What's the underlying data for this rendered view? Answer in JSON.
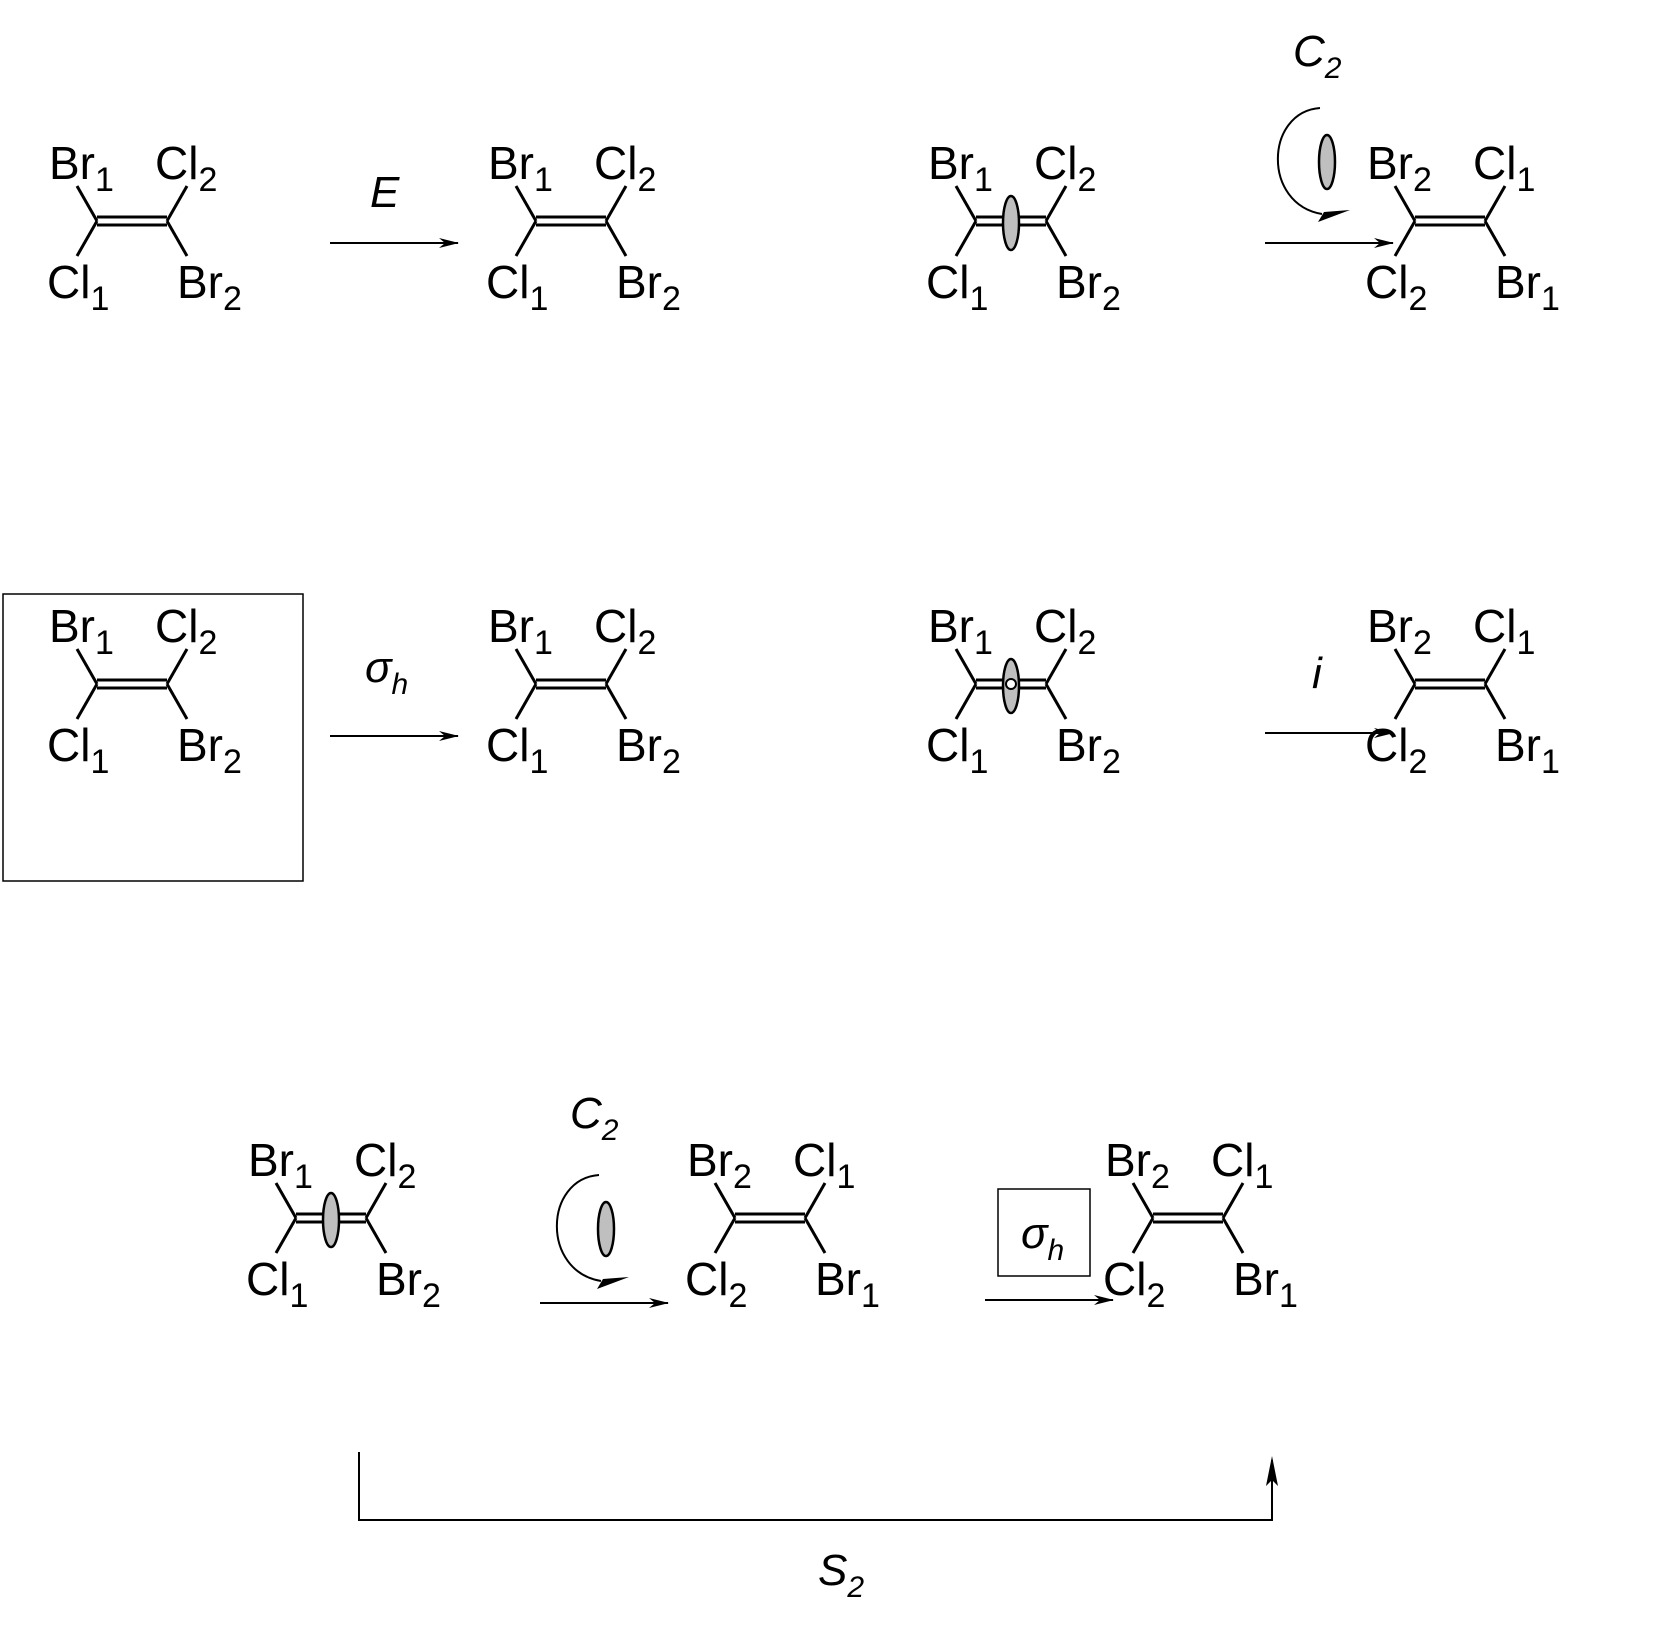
{
  "colors": {
    "ink": "#000000",
    "axis_fill": "#bfbfbf"
  },
  "operations": {
    "identity": {
      "symbol": "E",
      "sub": ""
    },
    "rotation_c2": {
      "symbol": "C",
      "sub": "2"
    },
    "reflection": {
      "symbol": "σ",
      "sub": "h"
    },
    "inversion": {
      "symbol": "i",
      "sub": ""
    },
    "rotation_c2_second": {
      "symbol": "C",
      "sub": "2"
    },
    "reflection_second": {
      "symbol": "σ",
      "sub": "h"
    },
    "improper_rotation": {
      "symbol": "S",
      "sub": "2"
    }
  },
  "molecules": {
    "identity_before": {
      "tl": [
        "Br",
        "1"
      ],
      "tr": [
        "Cl",
        "2"
      ],
      "bl": [
        "Cl",
        "1"
      ],
      "br": [
        "Br",
        "2"
      ]
    },
    "identity_after": {
      "tl": [
        "Br",
        "1"
      ],
      "tr": [
        "Cl",
        "2"
      ],
      "bl": [
        "Cl",
        "1"
      ],
      "br": [
        "Br",
        "2"
      ]
    },
    "c2_before": {
      "tl": [
        "Br",
        "1"
      ],
      "tr": [
        "Cl",
        "2"
      ],
      "bl": [
        "Cl",
        "1"
      ],
      "br": [
        "Br",
        "2"
      ]
    },
    "c2_after": {
      "tl": [
        "Br",
        "2"
      ],
      "tr": [
        "Cl",
        "1"
      ],
      "bl": [
        "Cl",
        "2"
      ],
      "br": [
        "Br",
        "1"
      ]
    },
    "sigma_before": {
      "tl": [
        "Br",
        "1"
      ],
      "tr": [
        "Cl",
        "2"
      ],
      "bl": [
        "Cl",
        "1"
      ],
      "br": [
        "Br",
        "2"
      ]
    },
    "sigma_after": {
      "tl": [
        "Br",
        "1"
      ],
      "tr": [
        "Cl",
        "2"
      ],
      "bl": [
        "Cl",
        "1"
      ],
      "br": [
        "Br",
        "2"
      ]
    },
    "inversion_before": {
      "tl": [
        "Br",
        "1"
      ],
      "tr": [
        "Cl",
        "2"
      ],
      "bl": [
        "Cl",
        "1"
      ],
      "br": [
        "Br",
        "2"
      ]
    },
    "inversion_after": {
      "tl": [
        "Br",
        "2"
      ],
      "tr": [
        "Cl",
        "1"
      ],
      "bl": [
        "Cl",
        "2"
      ],
      "br": [
        "Br",
        "1"
      ]
    },
    "s2_start": {
      "tl": [
        "Br",
        "1"
      ],
      "tr": [
        "Cl",
        "2"
      ],
      "bl": [
        "Cl",
        "1"
      ],
      "br": [
        "Br",
        "2"
      ]
    },
    "s2_middle": {
      "tl": [
        "Br",
        "2"
      ],
      "tr": [
        "Cl",
        "1"
      ],
      "bl": [
        "Cl",
        "2"
      ],
      "br": [
        "Br",
        "1"
      ]
    },
    "s2_end": {
      "tl": [
        "Br",
        "2"
      ],
      "tr": [
        "Cl",
        "1"
      ],
      "bl": [
        "Cl",
        "2"
      ],
      "br": [
        "Br",
        "1"
      ]
    }
  }
}
